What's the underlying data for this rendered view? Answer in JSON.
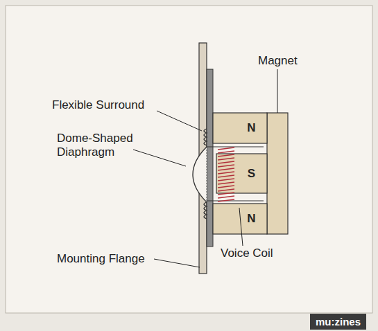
{
  "diagram": {
    "nodes": [
      {
        "text": [
          "N"
        ]
      },
      {
        "text": [
          "S"
        ]
      },
      {
        "text": [
          "N"
        ]
      }
    ],
    "labels": [
      "Flexible Surround",
      "Magnet",
      "Dome-Shaped Diaphragm",
      "Voice Coil",
      "Mounting Flange",
      "mu:zines"
    ]
  }
}
